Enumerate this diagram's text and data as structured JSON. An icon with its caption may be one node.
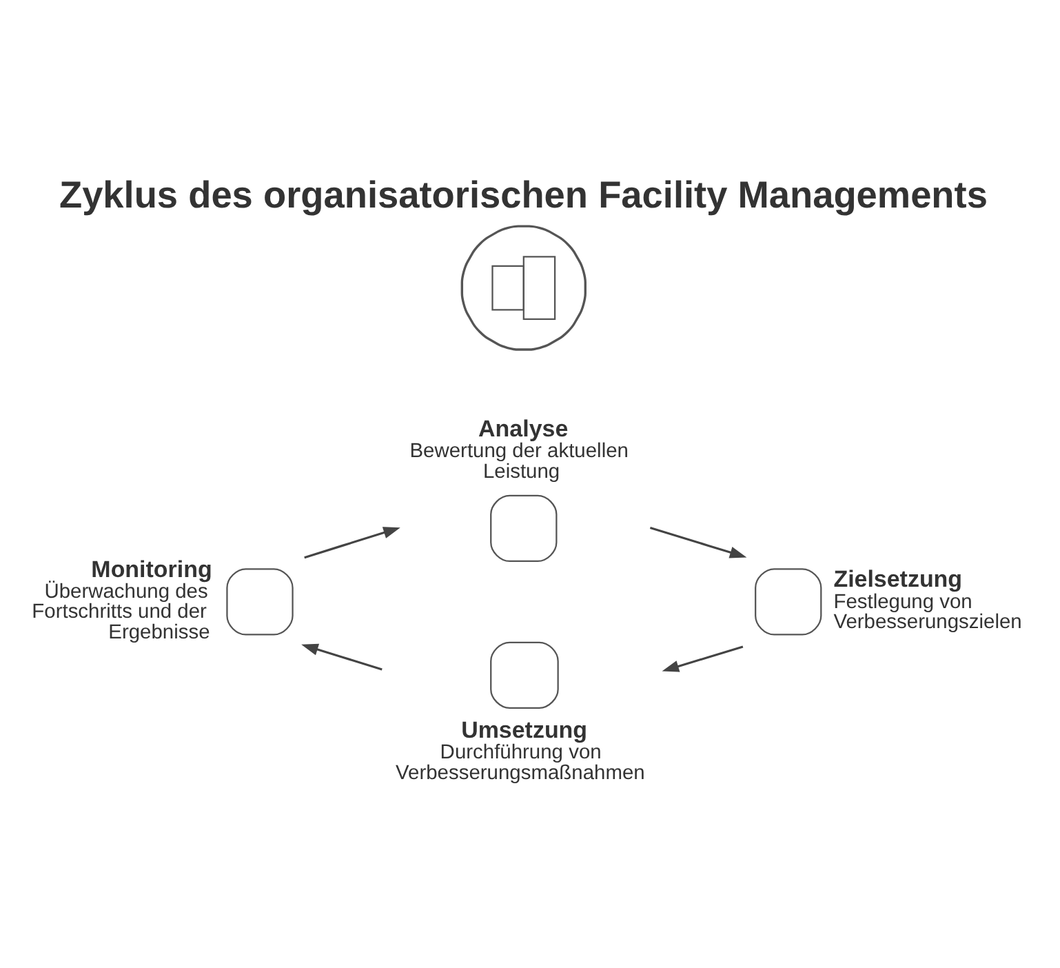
{
  "diagram": {
    "title": "Zyklus des organisatorischen Facility Managements",
    "nodes": [
      {
        "text": [
          "Analyse",
          "Bewertung der aktuellen Leistung"
        ]
      },
      {
        "text": [
          "Zielsetzung",
          "Festlegung von Verbesserungszielen"
        ]
      },
      {
        "text": [
          "Umsetzung",
          "Durchführung von Verbesserungsmaßnahmen"
        ]
      },
      {
        "text": [
          "Monitoring",
          "Überwachung des Fortschritts und der Ergebnisse"
        ]
      },
      {
        "text": [],
        "shape": "picture"
      }
    ],
    "edges": [
      {
        "from": 0,
        "to": 1,
        "arrow": "to"
      },
      {
        "from": 1,
        "to": 2,
        "arrow": "to"
      },
      {
        "from": 2,
        "to": 3,
        "arrow": "to"
      },
      {
        "from": 3,
        "to": 0,
        "arrow": "to"
      }
    ]
  }
}
